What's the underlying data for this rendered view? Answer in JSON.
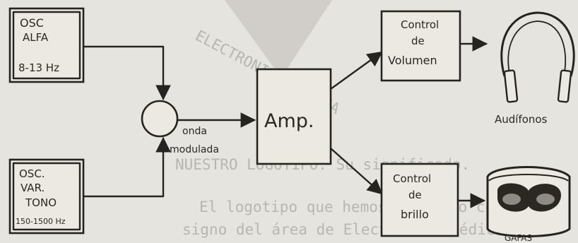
{
  "diagram": {
    "osc_alpha": {
      "line1": "OSC",
      "line2": "ALFA",
      "line3": "8-13 Hz"
    },
    "osc_var": {
      "line1": "OSC.",
      "line2": "VAR.",
      "line3": "TONO",
      "line4": "150-1500 Hz"
    },
    "modulator_label": {
      "line1": "onda",
      "line2": "modulada"
    },
    "amp": {
      "label": "Amp."
    },
    "volume_control": {
      "line1": "Control",
      "line2": "de",
      "line3": "Volumen"
    },
    "brightness_control": {
      "line1": "Control",
      "line2": "de",
      "line3": "brillo"
    },
    "headphones": {
      "label": "Audífonos"
    },
    "glasses": {
      "label": "GAFAS"
    }
  },
  "background_text": {
    "watermark": "ELECTRONICA MEDICA",
    "line1": "NUESTRO LOGOTIPO: Su significado.",
    "line2": "El logotipo que hemos escogido como",
    "line3": "signo del área de Electrónica Médica de"
  }
}
